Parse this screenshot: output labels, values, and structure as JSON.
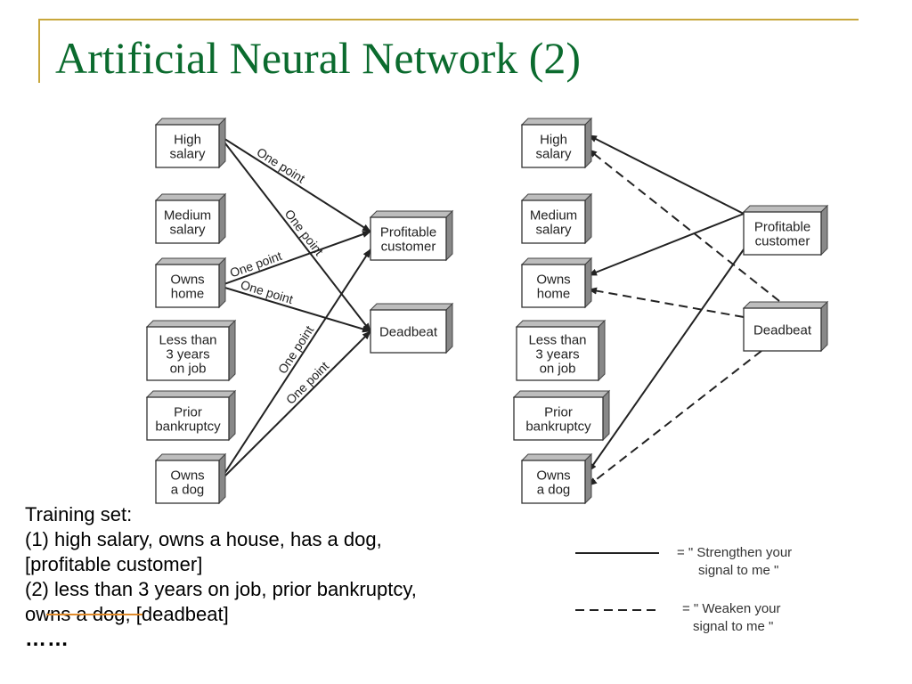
{
  "slide": {
    "title": "Artificial Neural Network (2)",
    "accent_color": "#c8a73c",
    "title_color": "#0b6b2e"
  },
  "diagram": {
    "left_network": {
      "inputs": [
        "High salary",
        "Medium salary",
        "Owns home",
        "Less than 3 years on job",
        "Prior bankruptcy",
        "Owns a dog"
      ],
      "outputs": [
        "Profitable customer",
        "Deadbeat"
      ],
      "connections": [
        {
          "from": "High salary",
          "to": "Profitable customer",
          "label": "One point",
          "style": "solid"
        },
        {
          "from": "High salary",
          "to": "Deadbeat",
          "label": "One point",
          "style": "solid"
        },
        {
          "from": "Owns home",
          "to": "Profitable customer",
          "label": "One point",
          "style": "solid"
        },
        {
          "from": "Owns home",
          "to": "Deadbeat",
          "label": "One point",
          "style": "solid"
        },
        {
          "from": "Owns a dog",
          "to": "Profitable customer",
          "label": "One point",
          "style": "solid"
        },
        {
          "from": "Owns a dog",
          "to": "Deadbeat",
          "label": "One point",
          "style": "solid"
        }
      ]
    },
    "right_network": {
      "inputs": [
        "High salary",
        "Medium salary",
        "Owns home",
        "Less than 3 years on job",
        "Prior bankruptcy",
        "Owns a dog"
      ],
      "outputs": [
        "Profitable customer",
        "Deadbeat"
      ],
      "connections": [
        {
          "from": "Profitable customer",
          "to": "High salary",
          "style": "solid"
        },
        {
          "from": "Profitable customer",
          "to": "Owns home",
          "style": "solid"
        },
        {
          "from": "Profitable customer",
          "to": "Owns a dog",
          "style": "solid"
        },
        {
          "from": "Deadbeat",
          "to": "High salary",
          "style": "dashed"
        },
        {
          "from": "Deadbeat",
          "to": "Owns home",
          "style": "dashed"
        },
        {
          "from": "Deadbeat",
          "to": "Owns a dog",
          "style": "dashed"
        }
      ]
    }
  },
  "training": {
    "heading": "Training set:",
    "line1": "(1) high salary, owns a house, has a dog,",
    "line2": "[profitable customer]",
    "line3": "(2) less than 3 years on job, prior bankruptcy,",
    "line4": "owns a dog, [deadbeat]",
    "ellipsis": "……"
  },
  "legend": {
    "solid_line1": "= \" Strengthen your",
    "solid_line2": "signal to me \"",
    "dashed_line1": "= \" Weaken your",
    "dashed_line2": "signal to me \""
  }
}
